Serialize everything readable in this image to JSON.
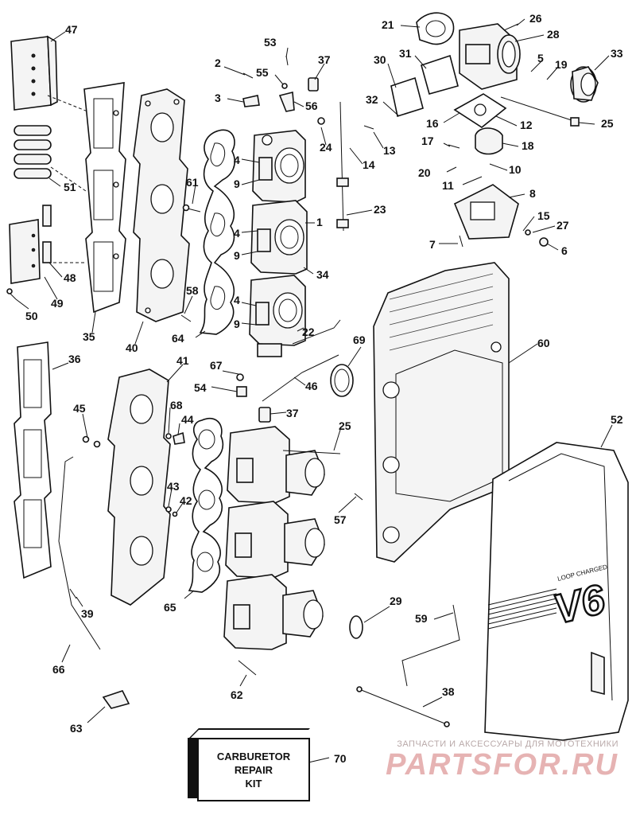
{
  "diagram": {
    "kit_label_lines": [
      "CARBURETOR",
      "REPAIR",
      "KIT"
    ],
    "cover_badge": "V6",
    "cover_brand": "LOOP CHARGED",
    "callouts": [
      {
        "id": "47",
        "text": "47"
      },
      {
        "id": "53",
        "text": "53"
      },
      {
        "id": "37a",
        "text": "37"
      },
      {
        "id": "21",
        "text": "21"
      },
      {
        "id": "26",
        "text": "26"
      },
      {
        "id": "28",
        "text": "28"
      },
      {
        "id": "2",
        "text": "2"
      },
      {
        "id": "55",
        "text": "55"
      },
      {
        "id": "30",
        "text": "30"
      },
      {
        "id": "31",
        "text": "31"
      },
      {
        "id": "5",
        "text": "5"
      },
      {
        "id": "19",
        "text": "19"
      },
      {
        "id": "33",
        "text": "33"
      },
      {
        "id": "3",
        "text": "3"
      },
      {
        "id": "56",
        "text": "56"
      },
      {
        "id": "32",
        "text": "32"
      },
      {
        "id": "16",
        "text": "16"
      },
      {
        "id": "12",
        "text": "12"
      },
      {
        "id": "25a",
        "text": "25"
      },
      {
        "id": "24",
        "text": "24"
      },
      {
        "id": "13",
        "text": "13"
      },
      {
        "id": "14",
        "text": "14"
      },
      {
        "id": "17",
        "text": "17"
      },
      {
        "id": "18",
        "text": "18"
      },
      {
        "id": "4a",
        "text": "4"
      },
      {
        "id": "20",
        "text": "20"
      },
      {
        "id": "10",
        "text": "10"
      },
      {
        "id": "11",
        "text": "11"
      },
      {
        "id": "51",
        "text": "51"
      },
      {
        "id": "9a",
        "text": "9"
      },
      {
        "id": "61",
        "text": "61"
      },
      {
        "id": "8",
        "text": "8"
      },
      {
        "id": "23",
        "text": "23"
      },
      {
        "id": "1",
        "text": "1"
      },
      {
        "id": "15",
        "text": "15"
      },
      {
        "id": "27",
        "text": "27"
      },
      {
        "id": "4b",
        "text": "4"
      },
      {
        "id": "7",
        "text": "7"
      },
      {
        "id": "6",
        "text": "6"
      },
      {
        "id": "9b",
        "text": "9"
      },
      {
        "id": "48",
        "text": "48"
      },
      {
        "id": "34",
        "text": "34"
      },
      {
        "id": "58",
        "text": "58"
      },
      {
        "id": "4c",
        "text": "4"
      },
      {
        "id": "49",
        "text": "49"
      },
      {
        "id": "50",
        "text": "50"
      },
      {
        "id": "9c",
        "text": "9"
      },
      {
        "id": "35",
        "text": "35"
      },
      {
        "id": "40",
        "text": "40"
      },
      {
        "id": "64",
        "text": "64"
      },
      {
        "id": "22",
        "text": "22"
      },
      {
        "id": "69",
        "text": "69"
      },
      {
        "id": "60",
        "text": "60"
      },
      {
        "id": "36",
        "text": "36"
      },
      {
        "id": "41",
        "text": "41"
      },
      {
        "id": "67",
        "text": "67"
      },
      {
        "id": "54",
        "text": "54"
      },
      {
        "id": "46",
        "text": "46"
      },
      {
        "id": "45",
        "text": "45"
      },
      {
        "id": "68",
        "text": "68"
      },
      {
        "id": "37b",
        "text": "37"
      },
      {
        "id": "44",
        "text": "44"
      },
      {
        "id": "25b",
        "text": "25"
      },
      {
        "id": "52",
        "text": "52"
      },
      {
        "id": "43",
        "text": "43"
      },
      {
        "id": "42",
        "text": "42"
      },
      {
        "id": "57",
        "text": "57"
      },
      {
        "id": "65",
        "text": "65"
      },
      {
        "id": "39",
        "text": "39"
      },
      {
        "id": "29",
        "text": "29"
      },
      {
        "id": "59",
        "text": "59"
      },
      {
        "id": "66",
        "text": "66"
      },
      {
        "id": "38",
        "text": "38"
      },
      {
        "id": "62",
        "text": "62"
      },
      {
        "id": "63",
        "text": "63"
      },
      {
        "id": "70",
        "text": "70"
      }
    ]
  },
  "watermark": {
    "caption": "ЗАПЧАСТИ И АКСЕССУАРЫ ДЛЯ МОТОТЕХНИКИ",
    "logo": "PARTSFOR.RU"
  }
}
